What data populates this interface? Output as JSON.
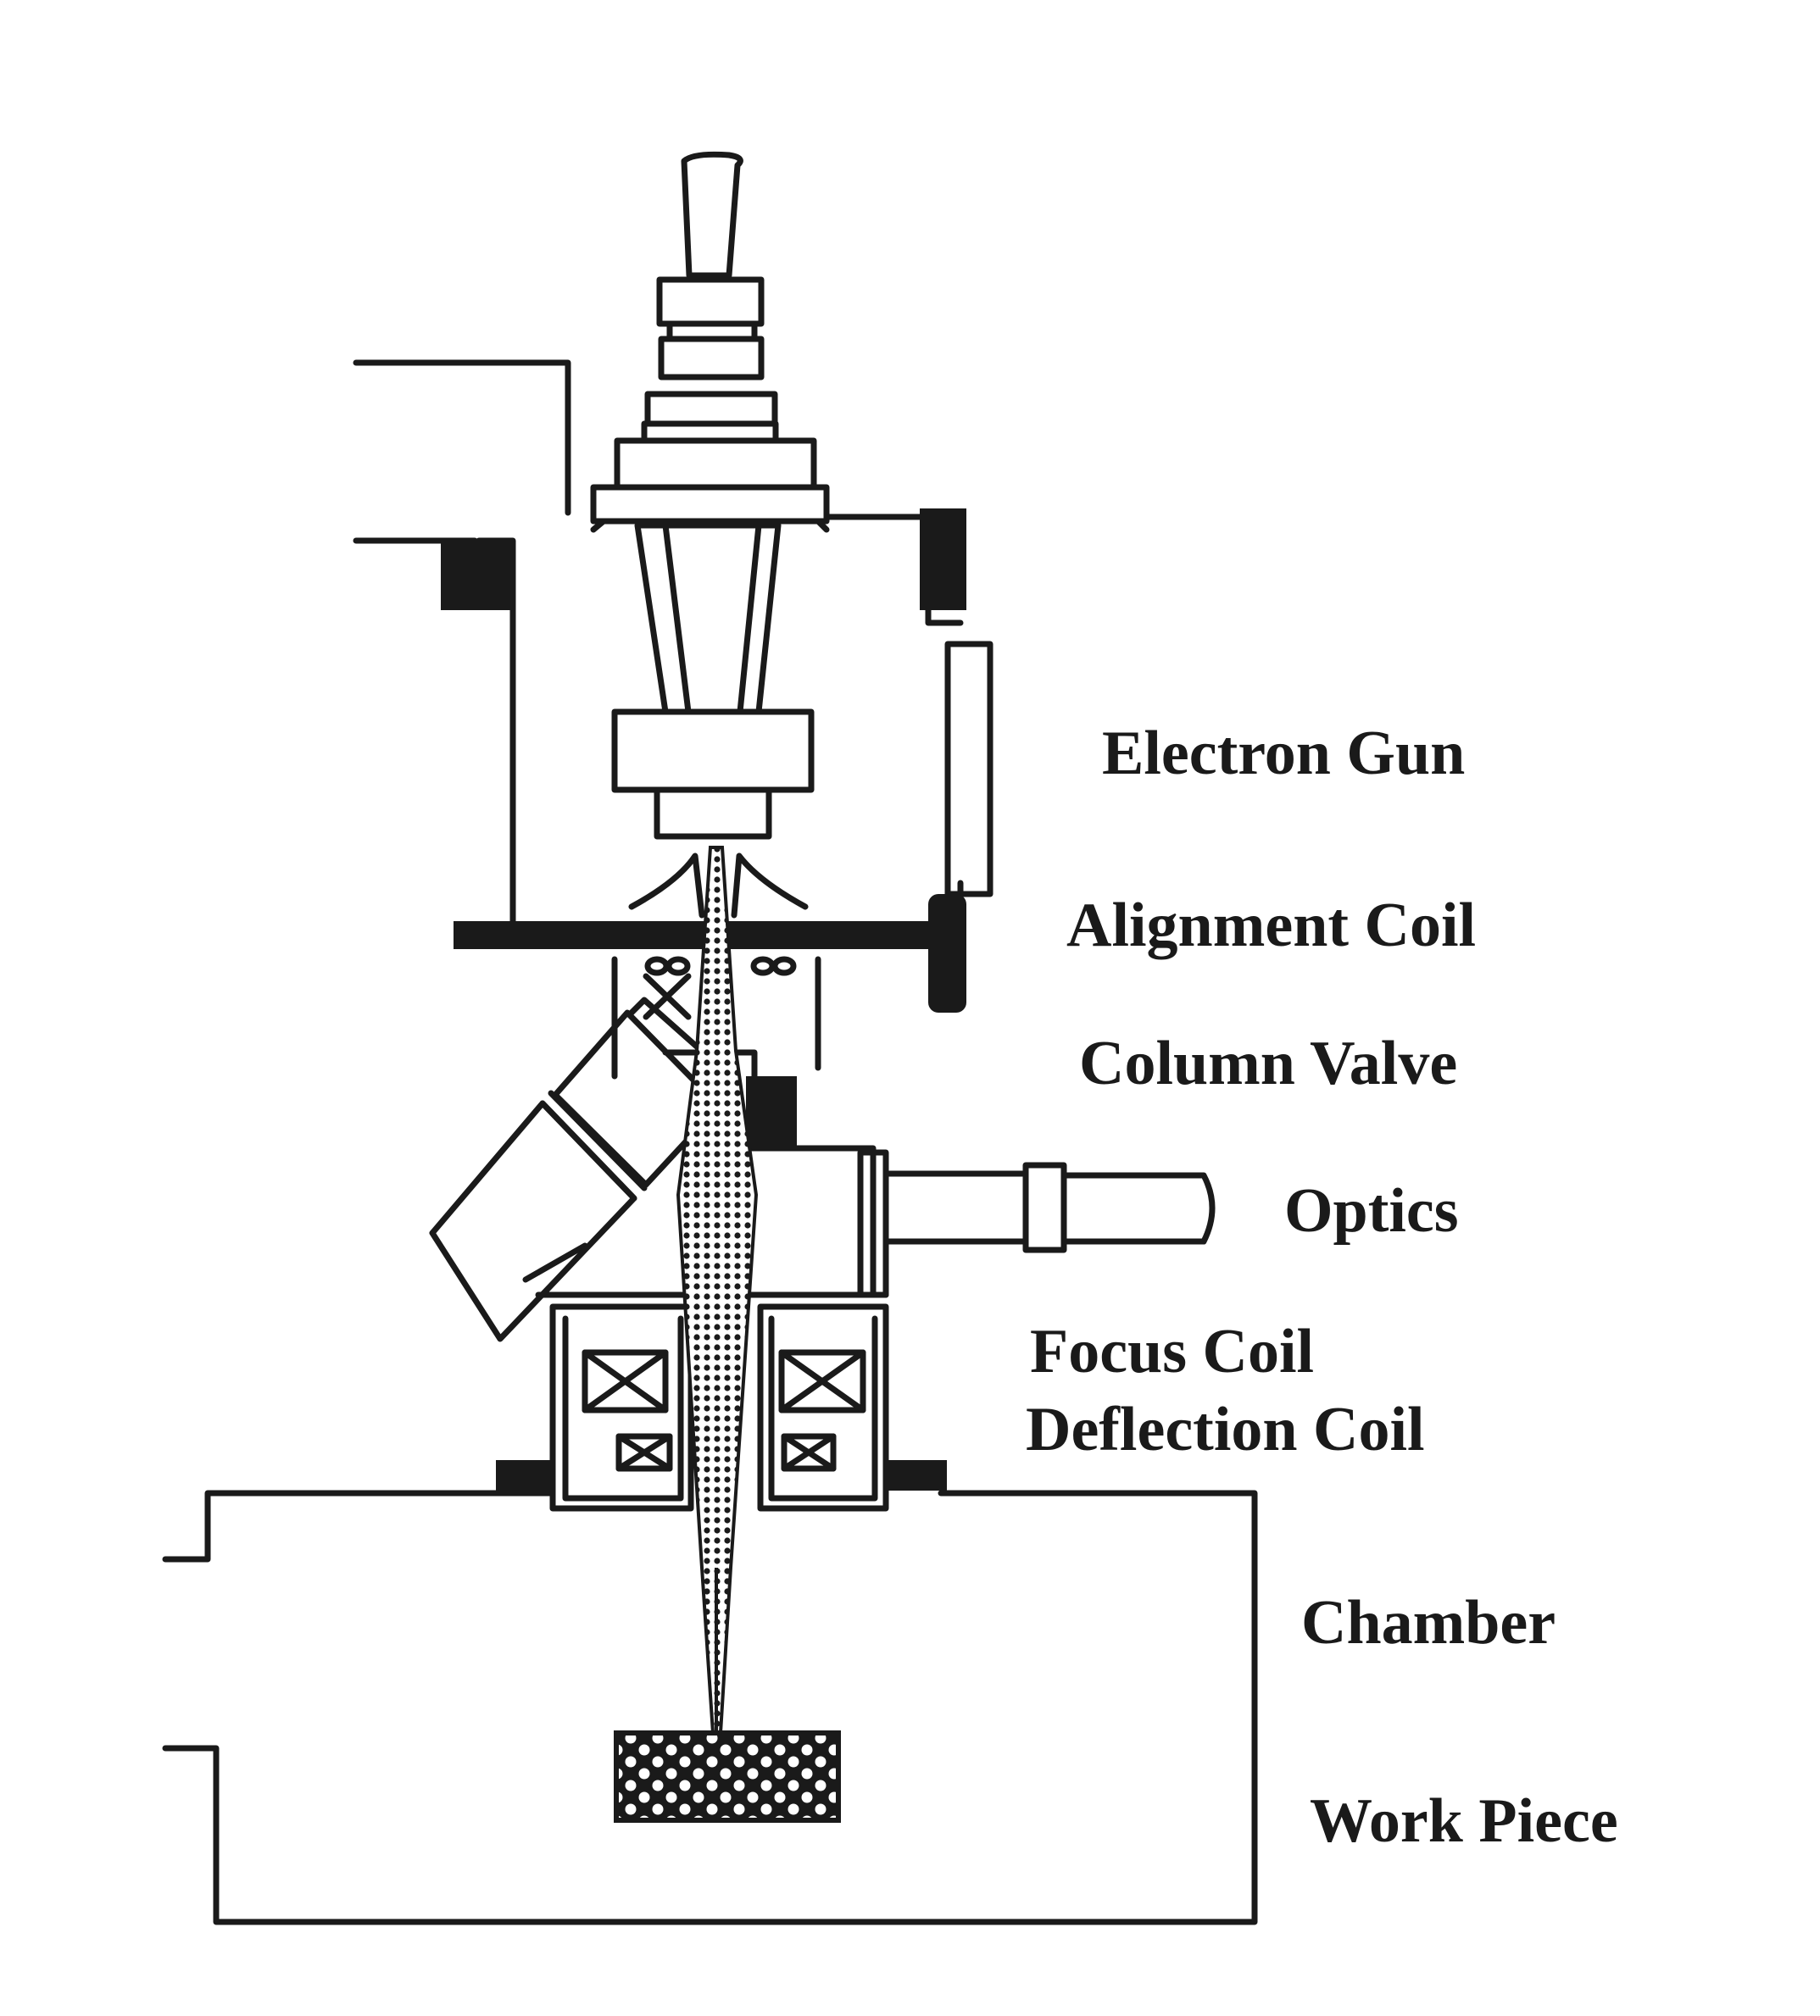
{
  "labels": {
    "electron_gun": "Electron Gun",
    "alignment_coil": "Alignment Coil",
    "column_valve": "Column Valve",
    "optics": "Optics",
    "focus_coil": "Focus Coil",
    "deflection_coil": "Deflection Coil",
    "chamber": "Chamber",
    "work_piece": "Work Piece"
  },
  "colors": {
    "ink": "#1a1a1a",
    "background": "#ffffff"
  }
}
